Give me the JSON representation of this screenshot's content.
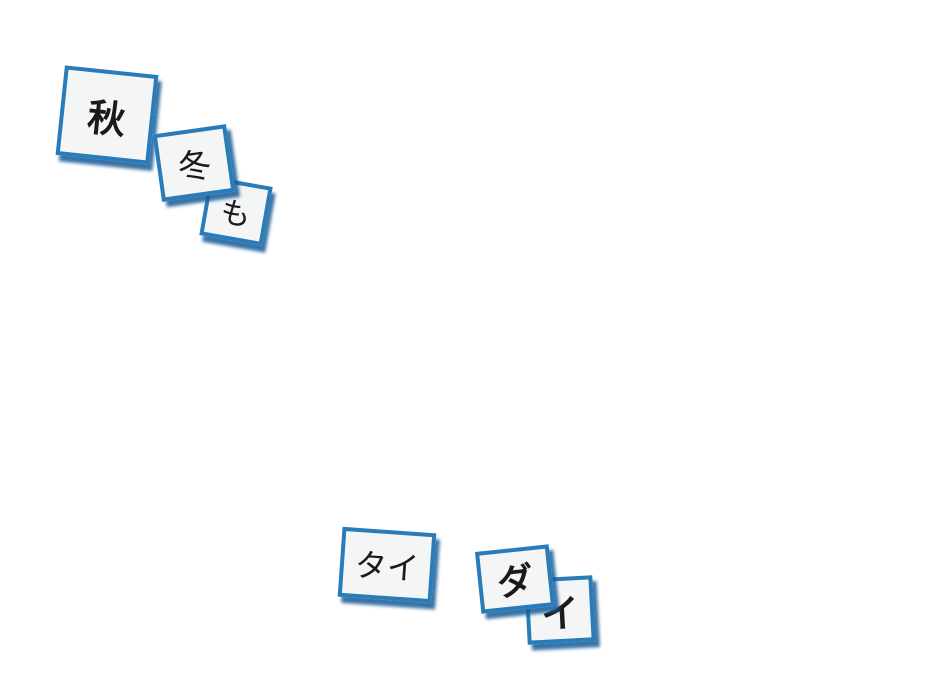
{
  "cards_top": [
    {
      "text": "秋"
    },
    {
      "text": "冬"
    },
    {
      "text": "も"
    }
  ],
  "cards_bottom": [
    {
      "text": "タイ"
    },
    {
      "text": "ダ"
    },
    {
      "text": "イ"
    }
  ],
  "colors": {
    "border": "#2a7cb8",
    "paper": "#f4f6f5",
    "ink": "#1a1a1a"
  }
}
